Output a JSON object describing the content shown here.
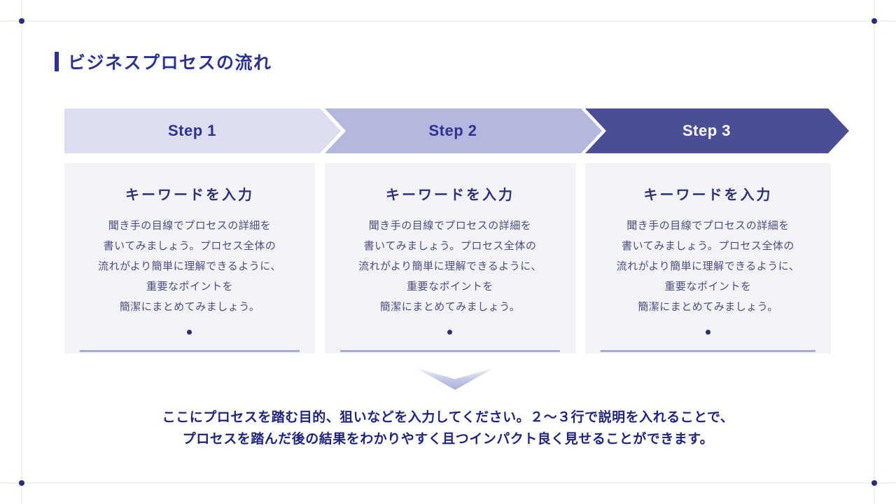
{
  "page": {
    "title": "ビジネスプロセスの流れ"
  },
  "steps": [
    {
      "label": "Step 1",
      "fill": "#dcddef",
      "text_color": "#2d3190"
    },
    {
      "label": "Step 2",
      "fill": "#b5b8de",
      "text_color": "#2d3190"
    },
    {
      "label": "Step 3",
      "fill": "#4a4e94",
      "text_color": "#ffffff"
    }
  ],
  "cards": [
    {
      "heading": "キーワードを入力",
      "body": "聞き手の目線でプロセスの詳細を\n書いてみましょう。プロセス全体の\n流れがより簡単に理解できるように、\n重要なポイントを\n簡潔にまとめてみましょう。"
    },
    {
      "heading": "キーワードを入力",
      "body": "聞き手の目線でプロセスの詳細を\n書いてみましょう。プロセス全体の\n流れがより簡単に理解できるように、\n重要なポイントを\n簡潔にまとめてみましょう。"
    },
    {
      "heading": "キーワードを入力",
      "body": "聞き手の目線でプロセスの詳細を\n書いてみましょう。プロセス全体の\n流れがより簡単に理解できるように、\n重要なポイントを\n簡潔にまとめてみましょう。"
    }
  ],
  "footer": {
    "note": "ここにプロセスを踏む目的、狙いなどを入力してください。２～３行で説明を入れることで、\nプロセスを踏んだ後の結果をわかりやすく且つインパクト良く見せることができます。"
  },
  "icons": {
    "down_arrow": "chevron-down-icon"
  },
  "colors": {
    "title_navy": "#2d3190",
    "step1_fill": "#dcddef",
    "step2_fill": "#b5b8de",
    "step3_fill": "#4a4e94",
    "card_bg": "#f3f3f7",
    "card_body_text": "#4a4c80",
    "card_underline": "#a9abd3",
    "bullet_dot": "#2b2e72",
    "footer_text": "#20257b",
    "guide_line": "#f1f1f4"
  }
}
